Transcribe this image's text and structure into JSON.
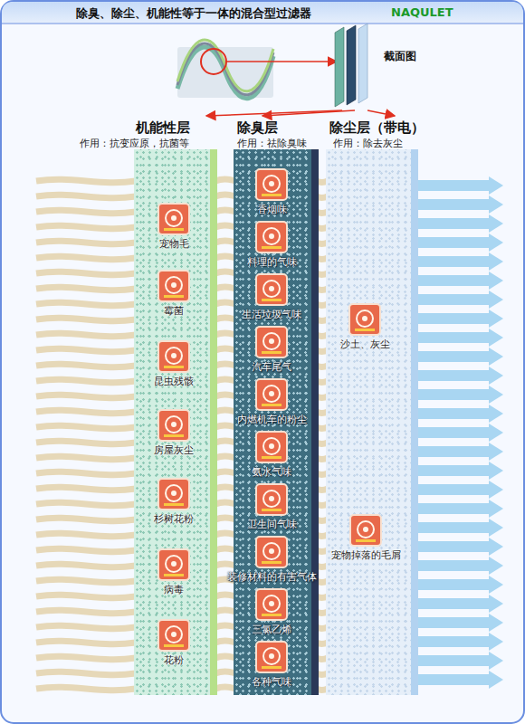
{
  "diagram": {
    "title": "除臭、除尘、机能性等于一体的混合型过滤器",
    "nodes": [
      {
        "text": [
          "截面图"
        ]
      },
      {
        "text": [
          "机能性层",
          "作用：抗变应原，抗菌等"
        ]
      },
      {
        "text": [
          "宠物毛"
        ],
        "in": 1
      },
      {
        "text": [
          "霉菌"
        ],
        "in": 1
      },
      {
        "text": [
          "昆虫残骸"
        ],
        "in": 1
      },
      {
        "text": [
          "房屋灰尘"
        ],
        "in": 1
      },
      {
        "text": [
          "杉树花粉"
        ],
        "in": 1
      },
      {
        "text": [
          "病毒"
        ],
        "in": 1
      },
      {
        "text": [
          "花粉"
        ],
        "in": 1
      },
      {
        "text": [
          "除臭层",
          "作用：祛除臭味"
        ]
      },
      {
        "text": [
          "香烟味"
        ],
        "in": 9
      },
      {
        "text": [
          "料理的气味"
        ],
        "in": 9
      },
      {
        "text": [
          "生活垃圾气味"
        ],
        "in": 9
      },
      {
        "text": [
          "汽车尾气"
        ],
        "in": 9
      },
      {
        "text": [
          "内燃机车的粉尘"
        ],
        "in": 9
      },
      {
        "text": [
          "氨水气味"
        ],
        "in": 9
      },
      {
        "text": [
          "卫生间气味"
        ],
        "in": 9
      },
      {
        "text": [
          "装修材料的有害气体"
        ],
        "in": 9
      },
      {
        "text": [
          "三氯乙烯"
        ],
        "in": 9
      },
      {
        "text": [
          "各种气味"
        ],
        "in": 9
      },
      {
        "text": [
          "除尘层（带电）",
          "作用：除去灰尘"
        ]
      },
      {
        "text": [
          "沙土、灰尘"
        ],
        "in": 20
      },
      {
        "text": [
          "宠物掉落的毛屑"
        ],
        "in": 20
      }
    ],
    "edges": [
      {
        "from": 0,
        "to": 1,
        "arrow": "to"
      },
      {
        "from": 0,
        "to": 9,
        "arrow": "to"
      },
      {
        "from": 0,
        "to": 20,
        "arrow": "to"
      }
    ],
    "labels": [
      "NAQULET"
    ]
  }
}
